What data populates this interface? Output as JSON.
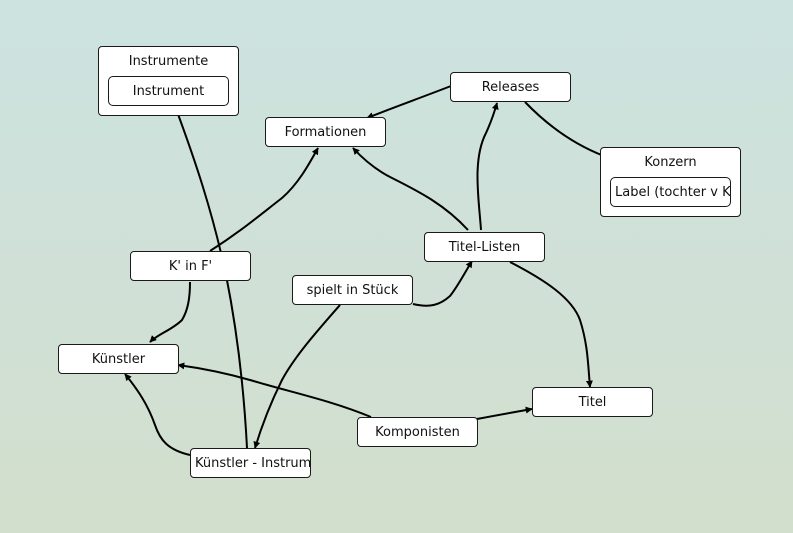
{
  "nodes": {
    "instrumente": {
      "title": "Instrumente",
      "child": "Instrument"
    },
    "konzern": {
      "title": "Konzern",
      "child": "Label (tochter v Konzern)"
    },
    "formationen": "Formationen",
    "releases": "Releases",
    "titel_listen": "Titel-Listen",
    "k_in_f": "K' in F'",
    "spielt_in_stueck": "spielt in Stück",
    "kuenstler": "Künstler",
    "titel": "Titel",
    "komponisten": "Komponisten",
    "kuenstler_instrument": "Künstler - Instrument"
  },
  "edges": [
    {
      "from": "Releases",
      "to": "Formationen"
    },
    {
      "from": "Releases",
      "to": "Label (tochter v Konzern)"
    },
    {
      "from": "Titel-Listen",
      "to": "Formationen"
    },
    {
      "from": "Titel-Listen",
      "to": "Releases"
    },
    {
      "from": "Titel-Listen",
      "to": "Titel"
    },
    {
      "from": "K' in F'",
      "to": "Formationen"
    },
    {
      "from": "K' in F'",
      "to": "Künstler"
    },
    {
      "from": "spielt in Stück",
      "to": "Titel-Listen"
    },
    {
      "from": "spielt in Stück",
      "to": "Künstler - Instrument"
    },
    {
      "from": "Komponisten",
      "to": "Künstler"
    },
    {
      "from": "Komponisten",
      "to": "Titel"
    },
    {
      "from": "Künstler - Instrument",
      "to": "Künstler"
    },
    {
      "from": "Künstler - Instrument",
      "to": "Instrument"
    }
  ]
}
